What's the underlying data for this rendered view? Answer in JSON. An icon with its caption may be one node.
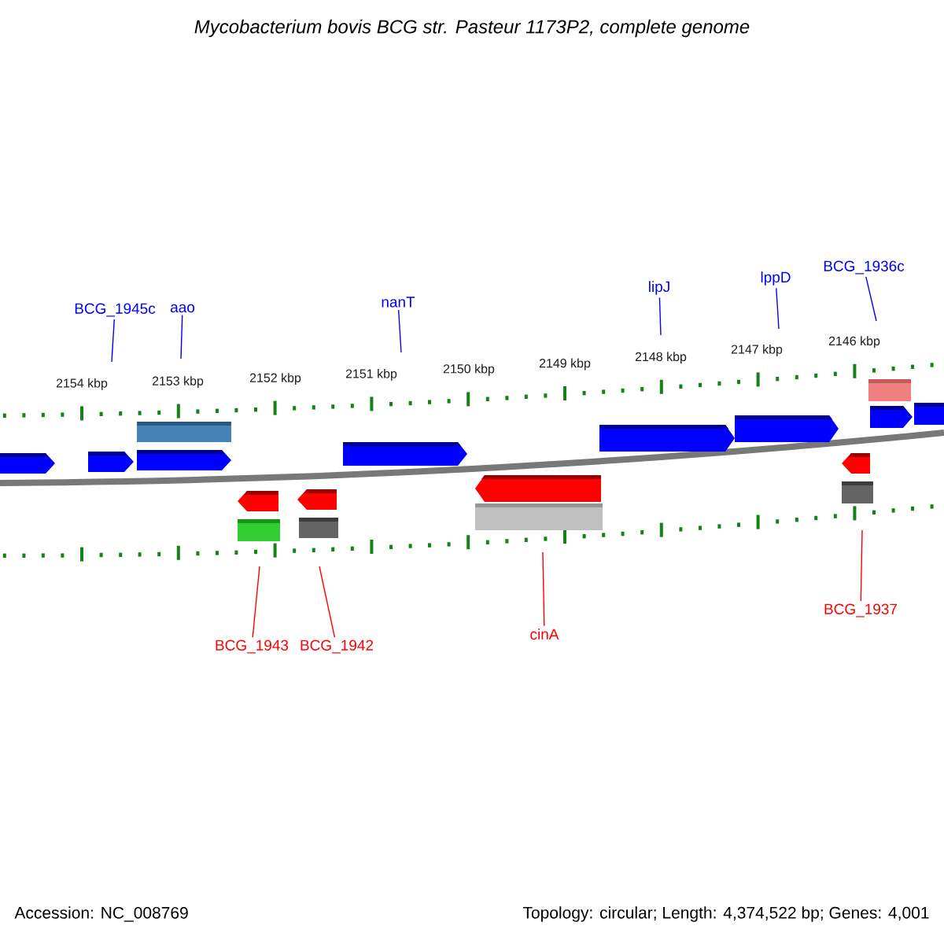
{
  "diagram": {
    "title": "Mycobacterium bovis BCG str. Pasteur 1173P2, complete genome",
    "nodes": [
      {
        "text": [
          "BCG_1945c"
        ]
      },
      {
        "text": [
          "aao"
        ]
      },
      {
        "text": [
          "nanT"
        ]
      },
      {
        "text": [
          "lipJ"
        ]
      },
      {
        "text": [
          "lppD"
        ]
      },
      {
        "text": [
          "BCG_1936c"
        ]
      },
      {
        "text": [
          "BCG_1943"
        ]
      },
      {
        "text": [
          "BCG_1942"
        ]
      },
      {
        "text": [
          "cinA"
        ]
      },
      {
        "text": [
          "BCG_1937"
        ]
      }
    ],
    "edges": [
      {
        "from": 0,
        "to": null,
        "arrow": "none"
      },
      {
        "from": 1,
        "to": null,
        "arrow": "none"
      },
      {
        "from": 2,
        "to": null,
        "arrow": "none"
      },
      {
        "from": 3,
        "to": null,
        "arrow": "none"
      },
      {
        "from": 4,
        "to": null,
        "arrow": "none"
      },
      {
        "from": 5,
        "to": null,
        "arrow": "none"
      },
      {
        "from": 6,
        "to": null,
        "arrow": "none",
        "color": "#ff0000"
      },
      {
        "from": 7,
        "to": null,
        "arrow": "none",
        "color": "#ff0000"
      },
      {
        "from": 8,
        "to": null,
        "arrow": "none",
        "color": "#ff0000"
      },
      {
        "from": 9,
        "to": null,
        "arrow": "none",
        "color": "#ff0000"
      }
    ],
    "labels": [
      "2154 kbp",
      "2153 kbp",
      "2152 kbp",
      "2151 kbp",
      "2150 kbp",
      "2149 kbp",
      "2148 kbp",
      "2147 kbp",
      "2146 kbp",
      "Accession: NC_008769",
      "Topology: circular; Length: 4,374,522 bp; Genes: 4,001"
    ]
  }
}
